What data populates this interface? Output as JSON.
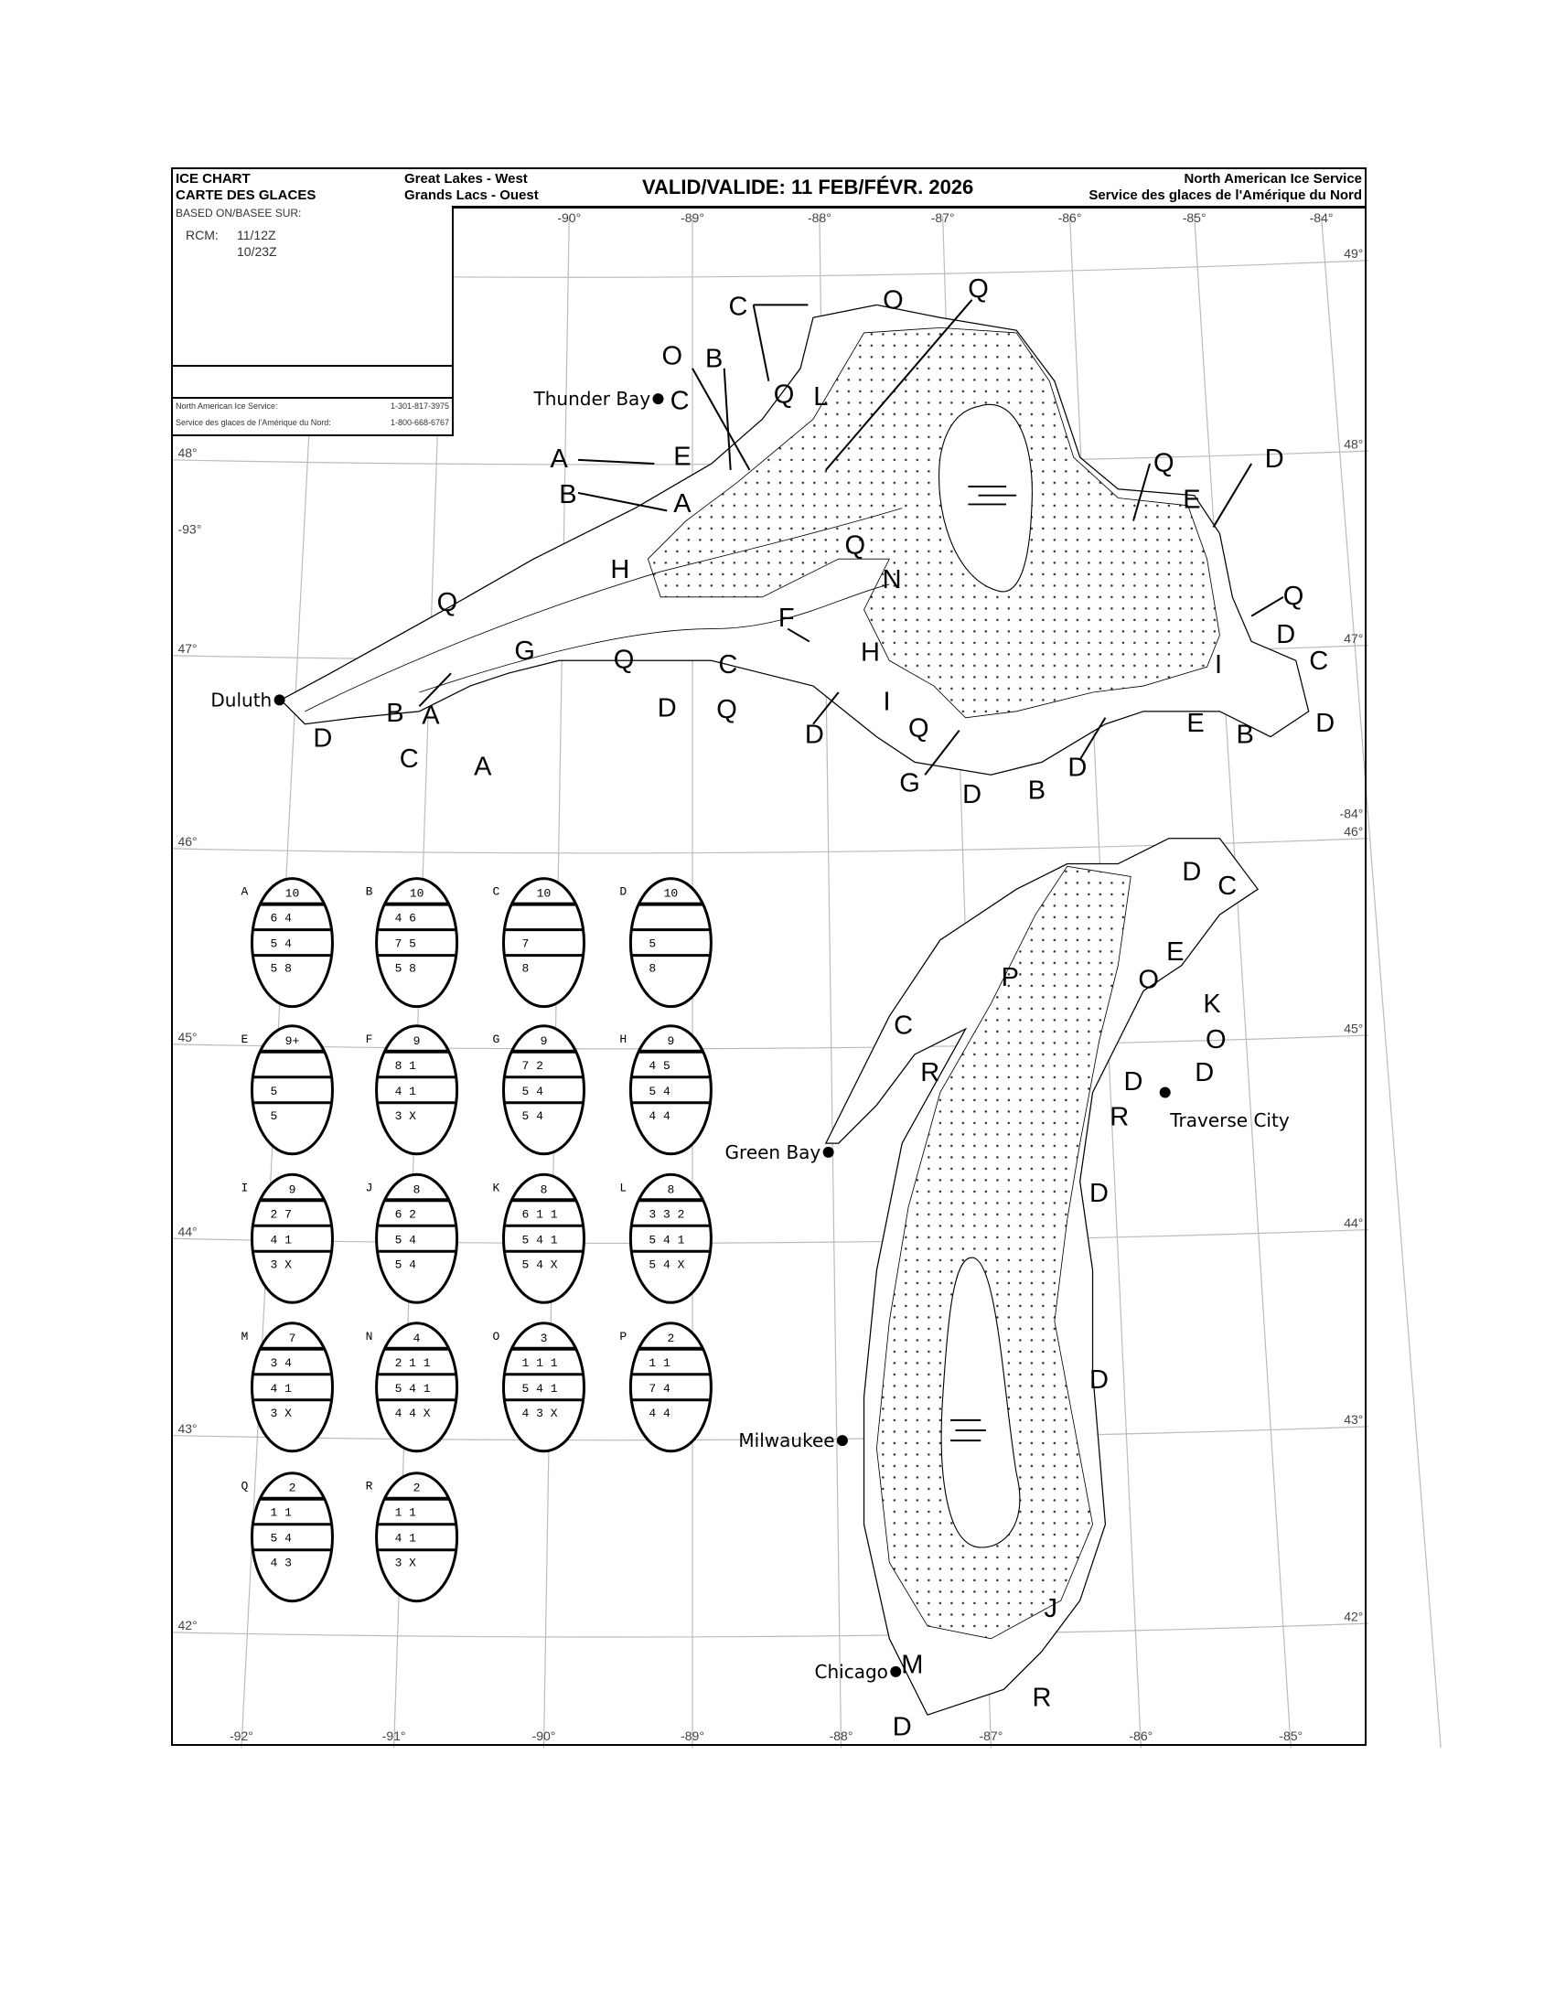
{
  "header": {
    "title_en": "ICE CHART",
    "title_fr": "CARTE DES GLACES",
    "region_en": "Great Lakes - West",
    "region_fr": "Grands Lacs - Ouest",
    "valid": "VALID/VALIDE: 11 FEB/FÉVR. 2026",
    "agency_en": "North American Ice Service",
    "agency_fr": "Service des glaces de l'Amérique du Nord"
  },
  "info": {
    "based_on": "BASED ON/BASEE SUR:",
    "rcm_label": "RCM:",
    "rcm_times": [
      "11/12Z",
      "10/23Z"
    ],
    "contact_en": "North American Ice Service:",
    "phone_en": "1-301-817-3975",
    "contact_fr": "Service des glaces de l'Amérique du Nord:",
    "phone_fr": "1-800-668-6767"
  },
  "graticule": {
    "top_lon": [
      "-90°",
      "-89°",
      "-88°",
      "-87°",
      "-86°",
      "-85°",
      "-84°"
    ],
    "bottom_lon": [
      "-92°",
      "-91°",
      "-90°",
      "-89°",
      "-88°",
      "-87°",
      "-86°",
      "-85°"
    ],
    "lat": [
      "49°",
      "48°",
      "47°",
      "46°",
      "45°",
      "44°",
      "43°",
      "42°"
    ],
    "extra": [
      "-93°",
      "-84°"
    ]
  },
  "cities": [
    "Thunder Bay",
    "Duluth",
    "Traverse City",
    "Green Bay",
    "Milwaukee",
    "Chicago"
  ],
  "map_labels": [
    "C",
    "O",
    "Q",
    "O",
    "B",
    "C",
    "Q",
    "L",
    "A",
    "E",
    "B",
    "A",
    "Q",
    "D",
    "E",
    "H",
    "Q",
    "N",
    "Q",
    "Q",
    "F",
    "D",
    "G",
    "Q",
    "H",
    "I",
    "C",
    "C",
    "Q",
    "B",
    "A",
    "D",
    "I",
    "E",
    "B",
    "D",
    "D",
    "D",
    "Q",
    "C",
    "A",
    "D",
    "G",
    "D",
    "B",
    "D",
    "C",
    "E",
    "P",
    "O",
    "K",
    "C",
    "O",
    "R",
    "D",
    "D",
    "R",
    "D",
    "D",
    "J",
    "M",
    "R",
    "D"
  ],
  "eggs": [
    {
      "id": "A",
      "top": "10",
      "r1": "6  4",
      "r2": "5  4",
      "r3": "5  8"
    },
    {
      "id": "B",
      "top": "10",
      "r1": "4  6",
      "r2": "7  5",
      "r3": "5  8"
    },
    {
      "id": "C",
      "top": "10",
      "r1": "",
      "r2": "7",
      "r3": "8"
    },
    {
      "id": "D",
      "top": "10",
      "r1": "",
      "r2": "5",
      "r3": "8"
    },
    {
      "id": "E",
      "top": "9+",
      "r1": "",
      "r2": "5",
      "r3": "5"
    },
    {
      "id": "F",
      "top": "9",
      "r1": "8  1",
      "r2": "4  1",
      "r3": "3  X"
    },
    {
      "id": "G",
      "top": "9",
      "r1": "7  2",
      "r2": "5  4",
      "r3": "5  4"
    },
    {
      "id": "H",
      "top": "9",
      "r1": "4  5",
      "r2": "5  4",
      "r3": "4  4"
    },
    {
      "id": "I",
      "top": "9",
      "r1": "2  7",
      "r2": "4  1",
      "r3": "3  X"
    },
    {
      "id": "J",
      "top": "8",
      "r1": "6  2",
      "r2": "5  4",
      "r3": "5  4"
    },
    {
      "id": "K",
      "top": "8",
      "r1": "6  1  1",
      "r2": "5  4  1",
      "r3": "5  4  X"
    },
    {
      "id": "L",
      "top": "8",
      "r1": "3  3  2",
      "r2": "5  4  1",
      "r3": "5  4  X"
    },
    {
      "id": "M",
      "top": "7",
      "r1": "3  4",
      "r2": "4  1",
      "r3": "3  X"
    },
    {
      "id": "N",
      "top": "4",
      "r1": "2  1  1",
      "r2": "5  4  1",
      "r3": "4  4  X"
    },
    {
      "id": "O",
      "top": "3",
      "r1": "1  1  1",
      "r2": "5  4  1",
      "r3": "4  3  X"
    },
    {
      "id": "P",
      "top": "2",
      "r1": "1  1",
      "r2": "7  4",
      "r3": "4  4"
    },
    {
      "id": "Q",
      "top": "2",
      "r1": "1  1",
      "r2": "5  4",
      "r3": "4  3"
    },
    {
      "id": "R",
      "top": "2",
      "r1": "1  1",
      "r2": "4  1",
      "r3": "3  X"
    }
  ],
  "colors": {
    "ink": "#000000",
    "grid": "#bbbbbb",
    "water": "#ffffff"
  }
}
